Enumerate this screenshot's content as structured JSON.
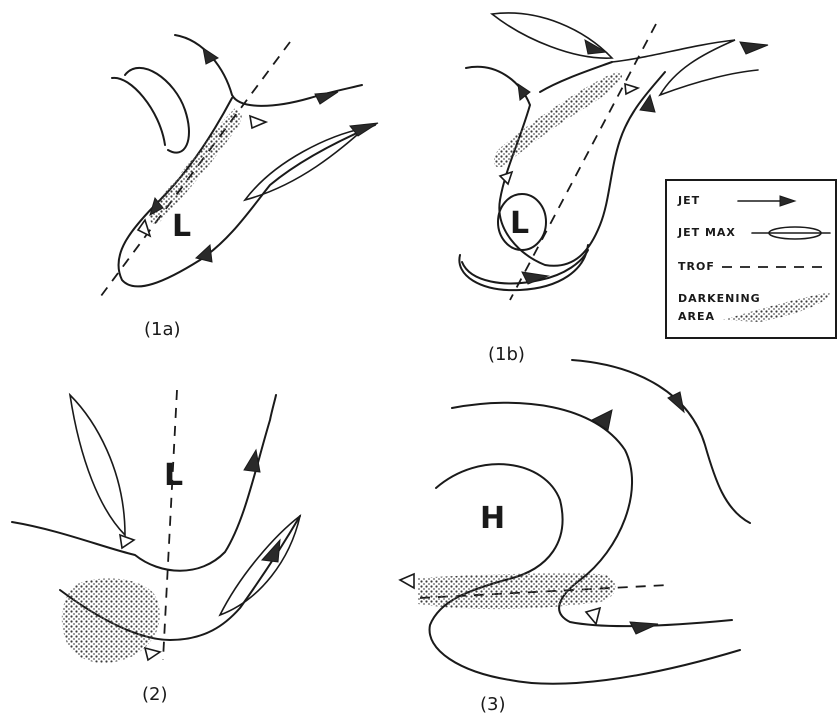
{
  "panels": {
    "p1a": {
      "label": "(1a)",
      "center": "L"
    },
    "p1b": {
      "label": "(1b)",
      "center": "L"
    },
    "p2": {
      "label": "(2)",
      "center": "L"
    },
    "p3": {
      "label": "(3)",
      "center": "H"
    }
  },
  "legend": {
    "jet": "JET",
    "jet_max": "JET MAX",
    "trof": "TROF",
    "darkening_line1": "DARKENING",
    "darkening_line2": "AREA"
  }
}
